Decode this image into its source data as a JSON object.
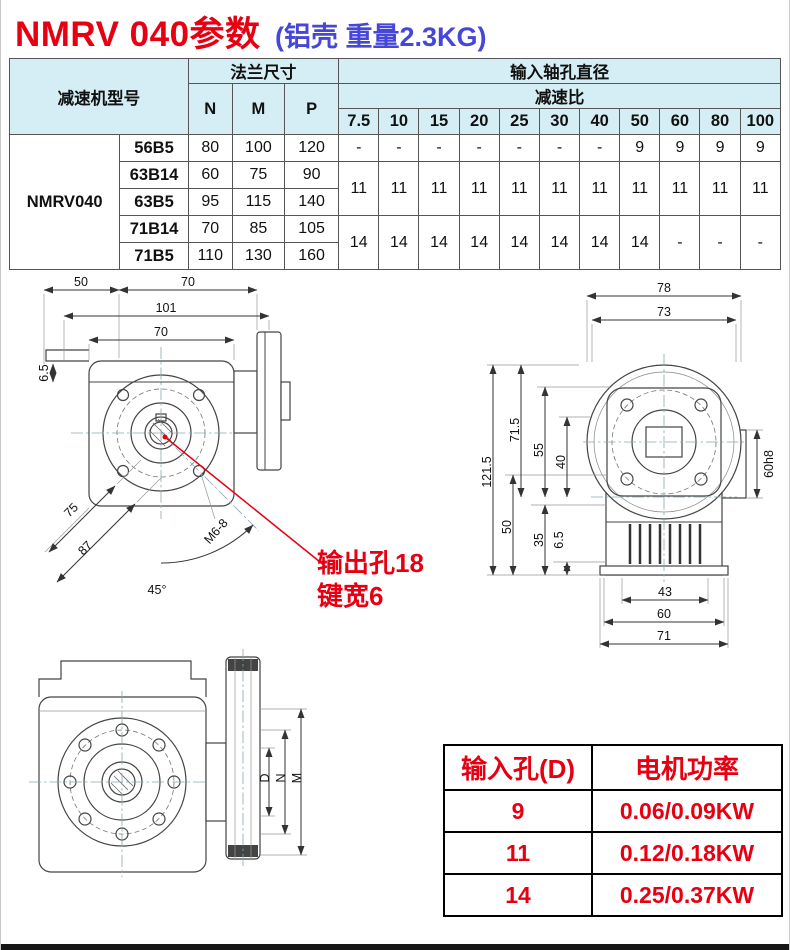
{
  "title": {
    "main": "NMRV 040参数",
    "sub": "(铝壳 重量2.3KG)"
  },
  "spec_table": {
    "model_header": "减速机型号",
    "flange_header": "法兰尺寸",
    "flange_cols": [
      "N",
      "M",
      "P"
    ],
    "bore_header": "输入轴孔直径",
    "ratio_header": "减速比",
    "ratio_cols": [
      "7.5",
      "10",
      "15",
      "20",
      "25",
      "30",
      "40",
      "50",
      "60",
      "80",
      "100"
    ],
    "model_name": "NMRV040",
    "rows": [
      {
        "model": "56B5",
        "flange": [
          "80",
          "100",
          "120"
        ]
      },
      {
        "model": "63B14",
        "flange": [
          "60",
          "75",
          "90"
        ]
      },
      {
        "model": "63B5",
        "flange": [
          "95",
          "115",
          "140"
        ]
      },
      {
        "model": "71B14",
        "flange": [
          "70",
          "85",
          "105"
        ]
      },
      {
        "model": "71B5",
        "flange": [
          "110",
          "130",
          "160"
        ]
      }
    ],
    "bores_56": [
      "-",
      "-",
      "-",
      "-",
      "-",
      "-",
      "-",
      "9",
      "9",
      "9",
      "9"
    ],
    "bores_63": [
      "11",
      "11",
      "11",
      "11",
      "11",
      "11",
      "11",
      "11",
      "11",
      "11",
      "11"
    ],
    "bores_71": [
      "14",
      "14",
      "14",
      "14",
      "14",
      "14",
      "14",
      "14",
      "-",
      "-",
      "-"
    ]
  },
  "annotation": {
    "line1": "输出孔18",
    "line2": "键宽6"
  },
  "front_view": {
    "d50": "50",
    "d70_top": "70",
    "d101": "101",
    "d70_body": "70",
    "d6_5": "6.5",
    "d75": "75",
    "d87": "87",
    "d45": "45°",
    "thread": "M6-8"
  },
  "side_view": {
    "d78": "78",
    "d73": "73",
    "d121_5": "121.5",
    "d71_5": "71.5",
    "d55": "55",
    "d40": "40",
    "d50": "50",
    "d35": "35",
    "d6_5": "6.5",
    "d60h8": "60h8",
    "d43": "43",
    "d60": "60",
    "d71": "71"
  },
  "flange_view": {
    "dD": "D",
    "dN": "N",
    "dM": "M"
  },
  "motor_table": {
    "headers": [
      "输入孔(D)",
      "电机功率"
    ],
    "rows": [
      [
        "9",
        "0.06/0.09KW"
      ],
      [
        "11",
        "0.12/0.18KW"
      ],
      [
        "14",
        "0.25/0.37KW"
      ]
    ]
  }
}
